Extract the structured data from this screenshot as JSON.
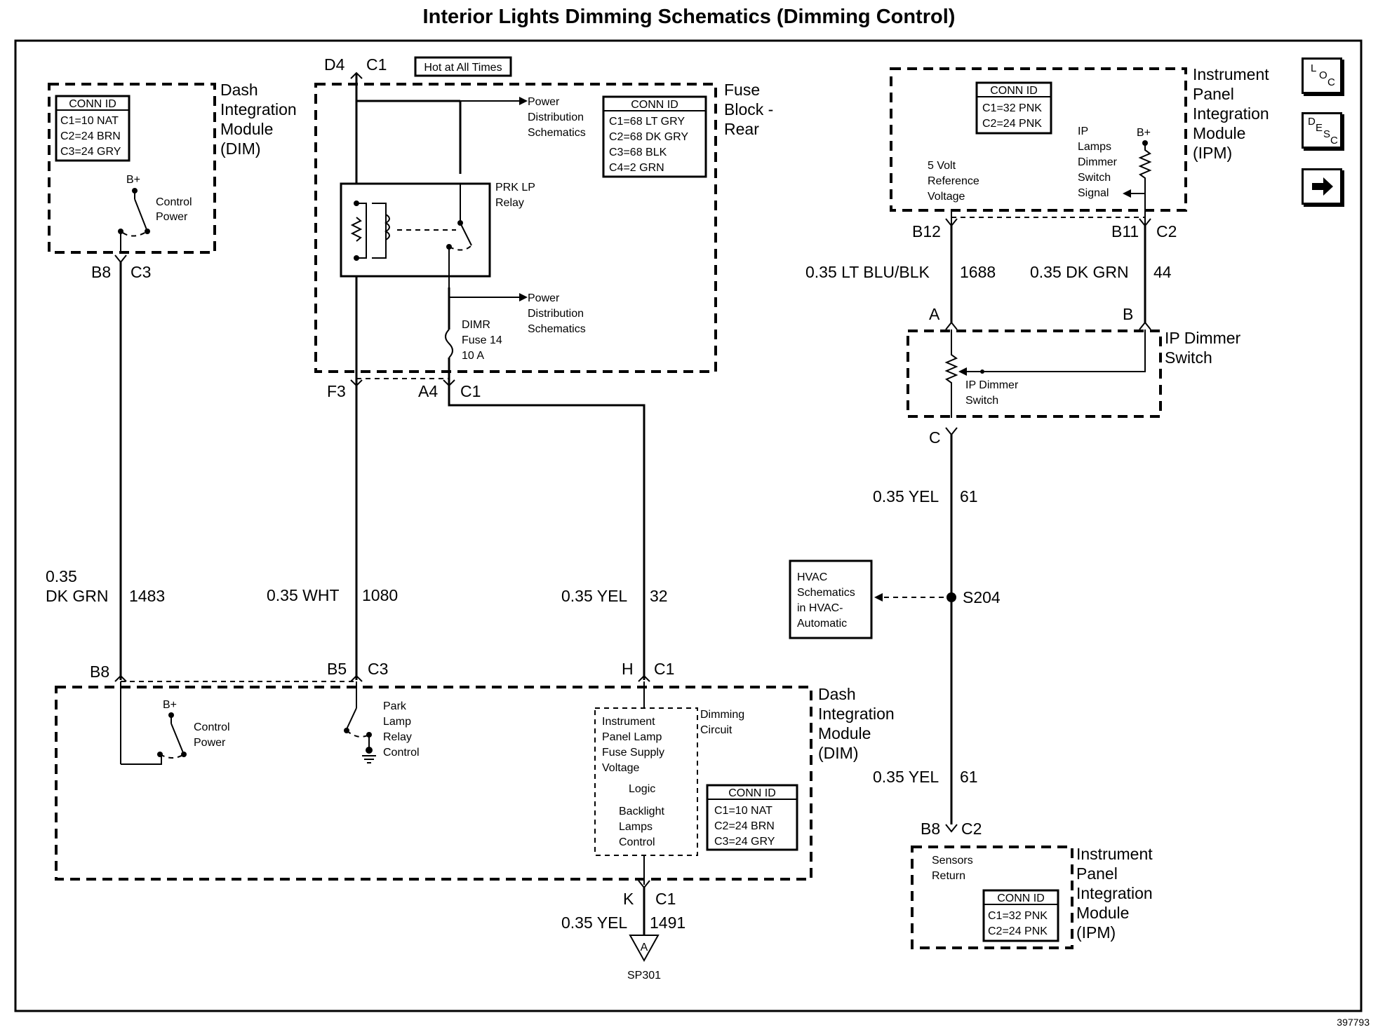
{
  "title": "Interior Lights Dimming Schematics (Dimming Control)",
  "image_ref": "397793",
  "nav": {
    "loc": {
      "l1": "L",
      "l2": "O",
      "l3": "C"
    },
    "desc": {
      "l1": "D",
      "l2": "E",
      "l3": "S",
      "l4": "C"
    },
    "next_arrow": "next-arrow-icon"
  },
  "dim_top": {
    "name_lines": [
      "Dash",
      "Integration",
      "Module",
      "(DIM)"
    ],
    "conn_id": {
      "header": "CONN ID",
      "rows": [
        "C1=10 NAT",
        "C2=24 BRN",
        "C3=24 GRY"
      ]
    },
    "bplus": "B+",
    "switch_label": [
      "Control",
      "Power"
    ],
    "pin": {
      "left": "B8",
      "right": "C3"
    }
  },
  "fuse_block": {
    "name_lines": [
      "Fuse",
      "Block -",
      "Rear"
    ],
    "hot_label": "Hot at All Times",
    "top_pin": {
      "left": "D4",
      "right": "C1"
    },
    "power_dist_top": [
      "Power",
      "Distribution",
      "Schematics"
    ],
    "power_dist_mid": [
      "Power",
      "Distribution",
      "Schematics"
    ],
    "conn_id": {
      "header": "CONN ID",
      "rows": [
        "C1=68 LT GRY",
        "C2=68 DK GRY",
        "C3=68 BLK",
        "C4=2 GRN"
      ]
    },
    "relay_label": [
      "PRK LP",
      "Relay"
    ],
    "fuse_label": [
      "DIMR",
      "Fuse 14",
      "10 A"
    ],
    "pin_f3": "F3",
    "pin_a4": {
      "left": "A4",
      "right": "C1"
    }
  },
  "ipm_top": {
    "name_lines": [
      "Instrument",
      "Panel",
      "Integration",
      "Module",
      "(IPM)"
    ],
    "conn_id": {
      "header": "CONN ID",
      "rows": [
        "C1=32 PNK",
        "C2=24 PNK"
      ]
    },
    "ref_label": [
      "5 Volt",
      "Reference",
      "Voltage"
    ],
    "signal_label": [
      "IP",
      "Lamps",
      "Dimmer",
      "Switch",
      "Signal"
    ],
    "bplus": "B+",
    "pin_b12": "B12",
    "pin_b11": {
      "left": "B11",
      "right": "C2"
    }
  },
  "wires": {
    "w1688": {
      "gauge": "0.35 LT BLU/BLK",
      "circuit": "1688"
    },
    "w44": {
      "gauge": "0.35 DK GRN",
      "circuit": "44"
    },
    "w61a": {
      "gauge": "0.35 YEL",
      "circuit": "61"
    },
    "w61b": {
      "gauge": "0.35 YEL",
      "circuit": "61"
    },
    "w1483": {
      "gauge_l1": "0.35",
      "gauge_l2": "DK GRN",
      "circuit": "1483"
    },
    "w1080": {
      "gauge": "0.35 WHT",
      "circuit": "1080"
    },
    "w32": {
      "gauge": "0.35 YEL",
      "circuit": "32"
    },
    "w1491": {
      "gauge": "0.35 YEL",
      "circuit": "1491"
    }
  },
  "ip_dimmer_switch": {
    "name_lines": [
      "IP Dimmer",
      "Switch"
    ],
    "inner_label": [
      "IP Dimmer",
      "Switch"
    ],
    "pin_a": "A",
    "pin_b": "B",
    "pin_c": "C"
  },
  "hvac_ref": [
    "HVAC",
    "Schematics",
    "in HVAC-",
    "Automatic"
  ],
  "splice": "S204",
  "dim_bottom": {
    "name_lines": [
      "Dash",
      "Integration",
      "Module",
      "(DIM)"
    ],
    "pin_b8": "B8",
    "pin_b5": {
      "left": "B5",
      "right": "C3"
    },
    "pin_h": {
      "left": "H",
      "right": "C1"
    },
    "pin_k": {
      "left": "K",
      "right": "C1"
    },
    "bplus": "B+",
    "control_power": [
      "Control",
      "Power"
    ],
    "park_relay": [
      "Park",
      "Lamp",
      "Relay",
      "Control"
    ],
    "dimming_circuit": [
      "Dimming",
      "Circuit"
    ],
    "logic_lines": [
      "Instrument",
      "Panel Lamp",
      "Fuse Supply",
      "Voltage",
      "Logic",
      "Backlight",
      "Lamps",
      "Control"
    ],
    "conn_id": {
      "header": "CONN ID",
      "rows": [
        "C1=10 NAT",
        "C2=24 BRN",
        "C3=24 GRY"
      ]
    }
  },
  "ground_ref": {
    "letter": "A",
    "label": "SP301"
  },
  "ipm_bottom": {
    "name_lines": [
      "Instrument",
      "Panel",
      "Integration",
      "Module",
      "(IPM)"
    ],
    "sensor_label": [
      "Sensors",
      "Return"
    ],
    "conn_id": {
      "header": "CONN ID",
      "rows": [
        "C1=32 PNK",
        "C2=24 PNK"
      ]
    },
    "pin": {
      "left": "B8",
      "right": "C2"
    }
  }
}
